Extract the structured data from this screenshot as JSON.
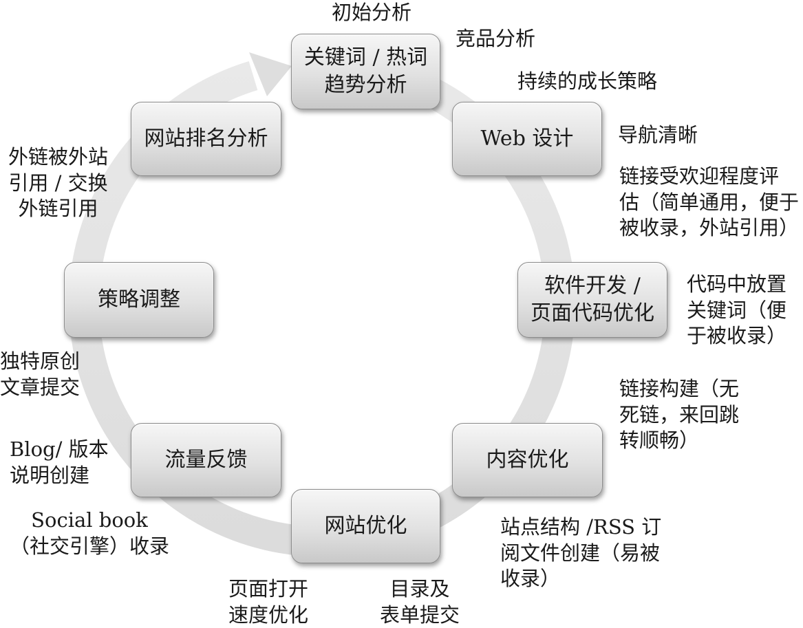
{
  "diagram": {
    "nodes": {
      "keyword_trend": "关键词 / 热词\n趋势分析",
      "web_design": "Web 设计",
      "software_dev": "软件开发 /\n页面代码优化",
      "content_opt": "内容优化",
      "site_opt": "网站优化",
      "traffic_feedback": "流量反馈",
      "strategy_adjust": "策略调整",
      "ranking_analysis": "网站排名分析"
    },
    "notes": {
      "initial_analysis": "初始分析",
      "competitor_analysis": "竞品分析",
      "growth_strategy": "持续的成长策略",
      "clear_navigation": "导航清晰",
      "link_popularity": "链接受欢迎程度评\n估（简单通用，便于\n被收录，外站引用）",
      "keywords_in_code": "代码中放置\n关键词（便\n于被收录）",
      "link_building": "链接构建（无\n死链，来回跳\n转顺畅）",
      "site_structure_rss": "站点结构 /RSS 订\n阅文件创建（易被\n收录）",
      "directory_form": "目录及\n表单提交",
      "page_speed": "页面打开\n速度优化",
      "social_book": "Social book\n（社交引擎）收录",
      "blog_version": "Blog/ 版本\n说明创建",
      "original_articles": "独特原创\n文章提交",
      "external_links": "外链被外站\n引用 / 交换\n外链引用"
    }
  }
}
